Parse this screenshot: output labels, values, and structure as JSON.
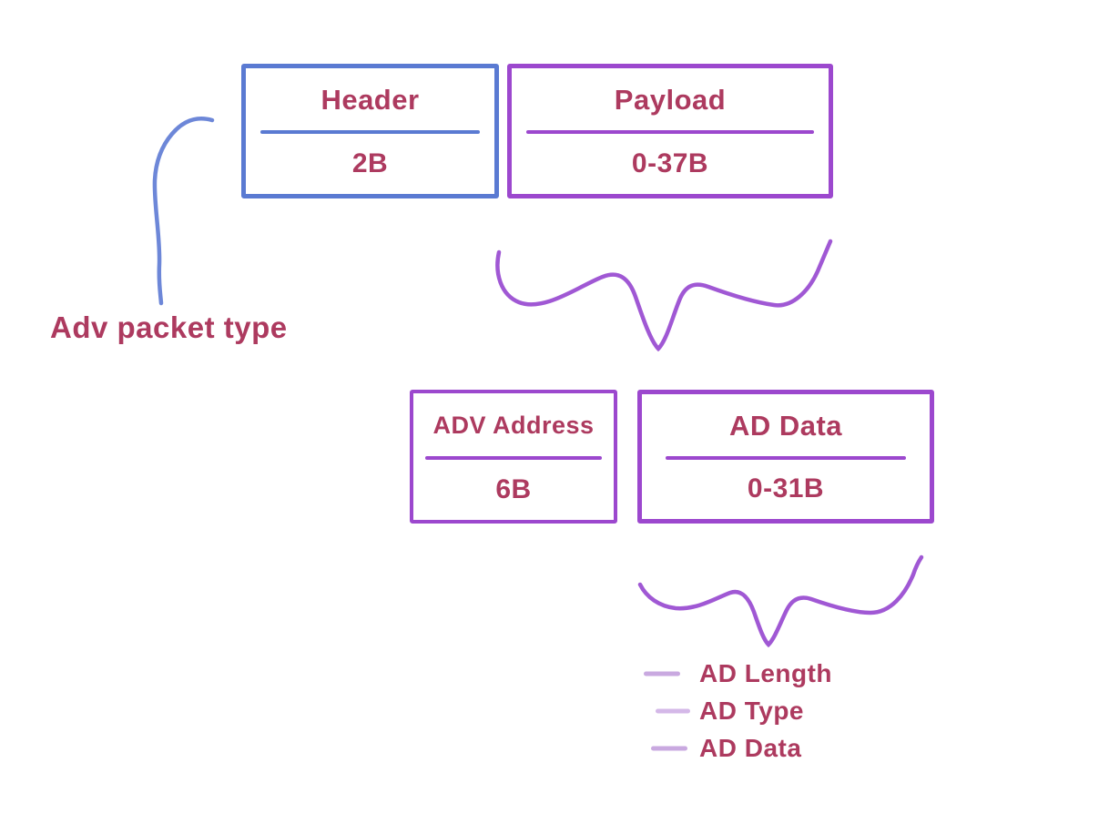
{
  "diagram": {
    "top_row": {
      "header": {
        "title": "Header",
        "size": "2B"
      },
      "payload": {
        "title": "Payload",
        "size": "0-37B"
      }
    },
    "adv_packet_type_label": "Adv packet type",
    "payload_breakdown": {
      "adv_address": {
        "title": "ADV Address",
        "size": "6B"
      },
      "ad_data": {
        "title": "AD Data",
        "size": "0-31B"
      }
    },
    "ad_data_breakdown": [
      "AD Length",
      "AD Type",
      "AD Data"
    ],
    "icons": {
      "payload_brace": "curly-brace-down",
      "ad_data_brace": "curly-brace-down",
      "adv_type_connector": "curved-pointer-line",
      "list_marker": "dash-mark"
    },
    "colors": {
      "blue_border": "#5a7ad2",
      "purple_border": "#9c48ce",
      "text_maroon": "#ad3a5f",
      "brace_purple": "#a058d4",
      "connector_blue": "#6d87d8",
      "dash_light_purple": "#c9a9e0",
      "background": "#ffffff"
    }
  }
}
